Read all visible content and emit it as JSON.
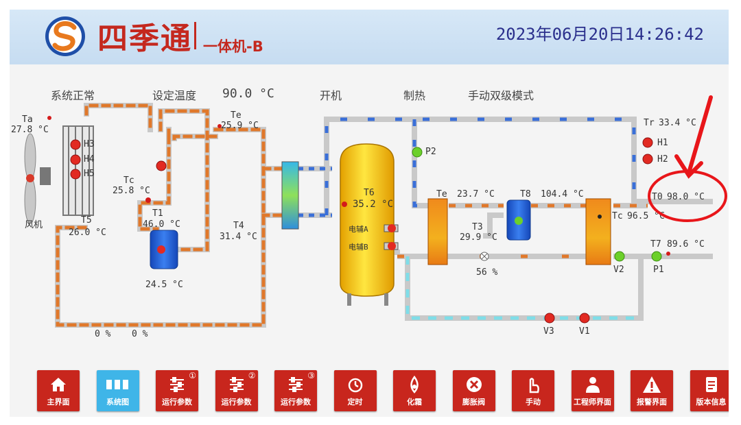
{
  "header": {
    "brand": "四季通",
    "model": "一体机-B",
    "datetime": "2023年06月20日14:26:42"
  },
  "status": {
    "system": "系统正常",
    "set_temp_label": "设定温度",
    "set_temp_value": "90.0 °C",
    "power": "开机",
    "mode_heat": "制热",
    "mode_manual": "手动双级模式"
  },
  "sensors": {
    "ta_label": "Ta",
    "ta_value": "27.8 °C",
    "h3": "H3",
    "h4": "H4",
    "h5": "H5",
    "fan": "风机",
    "t5_label": "T5",
    "t5_value": "26.0 °C",
    "tc_left_label": "Tc",
    "tc_left_value": "25.8 °C",
    "te_left_label": "Te",
    "te_left_value": "25.9 °C",
    "t1_label": "T1",
    "t1_value": "46.0 °C",
    "t4_label": "T4",
    "t4_value": "31.4 °C",
    "tank_left_value": "24.5 °C",
    "valve_left1": "0 %",
    "valve_left2": "0 %",
    "t6_label": "T6",
    "t6_value": "35.2 °C",
    "aux_a": "电辅A",
    "aux_b": "电辅B",
    "p2": "P2",
    "te_right_label": "Te",
    "te_right_value": "23.7 °C",
    "t8_label": "T8",
    "t8_value": "104.4 °C",
    "t3_label": "T3",
    "t3_value": "29.9 °C",
    "valve_mid": "56 %",
    "tr_label": "Tr",
    "tr_value": "33.4 °C",
    "h1": "H1",
    "h2": "H2",
    "t0_label": "T0",
    "t0_value": "98.0 °C",
    "tc_right_label": "Tc",
    "tc_right_value": "96.5 °C",
    "t7_label": "T7",
    "t7_value": "89.6 °C",
    "v2": "V2",
    "p1": "P1",
    "v3": "V3",
    "v1": "V1"
  },
  "toolbar": [
    {
      "label": "主界面",
      "icon": "home-icon"
    },
    {
      "label": "系统图",
      "icon": "system-diagram-icon"
    },
    {
      "label": "运行参数",
      "icon": "sliders-icon",
      "num": "①"
    },
    {
      "label": "运行参数",
      "icon": "sliders-icon",
      "num": "②"
    },
    {
      "label": "运行参数",
      "icon": "sliders-icon",
      "num": "③"
    },
    {
      "label": "定时",
      "icon": "alarm-clock-icon"
    },
    {
      "label": "化霜",
      "icon": "defrost-icon"
    },
    {
      "label": "膨胀阀",
      "icon": "expansion-valve-icon"
    },
    {
      "label": "手动",
      "icon": "hand-icon"
    },
    {
      "label": "工程师界面",
      "icon": "engineer-icon"
    },
    {
      "label": "报警界面",
      "icon": "warning-icon"
    },
    {
      "label": "版本信息",
      "icon": "document-icon"
    }
  ],
  "colors": {
    "accent_red": "#c8261d",
    "active_blue": "#3fb5e8",
    "pipe_orange": "#e0782a",
    "pipe_blue": "#3a6fd8",
    "pipe_cyan": "#7fdde8",
    "annotation_red": "#e8161a"
  }
}
